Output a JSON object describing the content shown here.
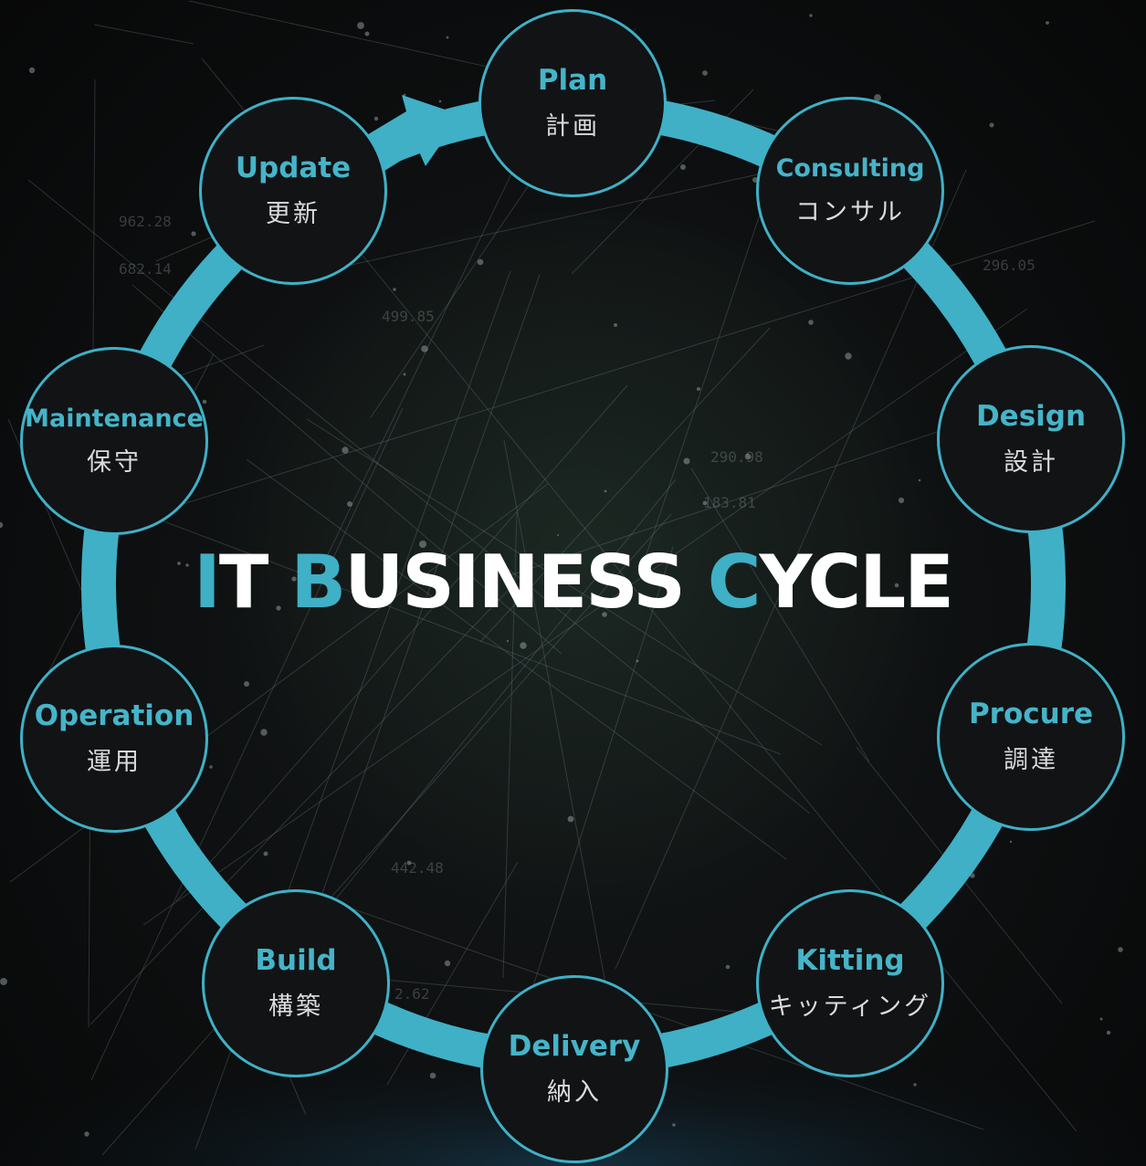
{
  "title": {
    "words": [
      {
        "initial": "I",
        "rest": "T"
      },
      {
        "initial": "B",
        "rest": "USINESS"
      },
      {
        "initial": "C",
        "rest": "YCLE"
      }
    ]
  },
  "colors": {
    "accent": "#3fb0c6",
    "node_fill": "#121314",
    "text_white": "#ffffff",
    "background": "#0b0c0d"
  },
  "cycle": {
    "direction": "clockwise",
    "arrow_icon": "arrow-right-icon",
    "steps": [
      {
        "id": "plan",
        "en": "Plan",
        "jp": "計画"
      },
      {
        "id": "consulting",
        "en": "Consulting",
        "jp": "コンサル"
      },
      {
        "id": "design",
        "en": "Design",
        "jp": "設計"
      },
      {
        "id": "procure",
        "en": "Procure",
        "jp": "調達"
      },
      {
        "id": "kitting",
        "en": "Kitting",
        "jp": "キッティング"
      },
      {
        "id": "delivery",
        "en": "Delivery",
        "jp": "納入"
      },
      {
        "id": "build",
        "en": "Build",
        "jp": "構築"
      },
      {
        "id": "operation",
        "en": "Operation",
        "jp": "運用"
      },
      {
        "id": "maintenance",
        "en": "Maintenance",
        "jp": "保守"
      },
      {
        "id": "update",
        "en": "Update",
        "jp": "更新"
      }
    ]
  },
  "background_labels": [
    "962.28",
    "682.14",
    "499.85",
    "290.98",
    "183.81",
    "442.48",
    "2.62",
    "296.05"
  ]
}
